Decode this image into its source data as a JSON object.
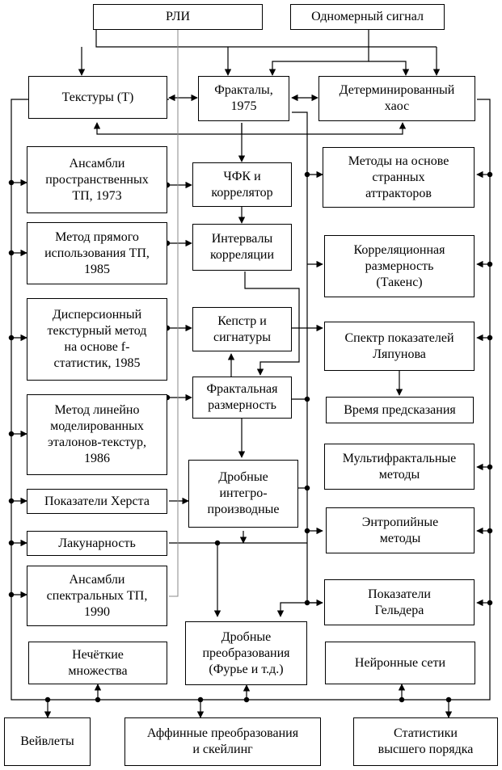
{
  "diagram": {
    "nodes": {
      "rli": "РЛИ",
      "signal_1d": "Одномерный сигнал",
      "textures": "Текстуры (Т)",
      "fractals": "Фракталы,\n1975",
      "chaos": "Детерминированный\nхаос",
      "spatial_ensembles": "Ансамбли\nпространственных\nТП, 1973",
      "direct_method": "Метод прямого\nиспользования ТП,\n1985",
      "dispersion_method": "Дисперсионный\nтекстурный метод\nна основе f-\nстатистик, 1985",
      "linear_method": "Метод линейно\nмоделированных\nэталонов-текстур,\n1986",
      "hurst": "Показатели Херста",
      "lacunarity": "Лакунарность",
      "spectral_ensembles": "Ансамбли\nспектральных ТП,\n1990",
      "fuzzy_sets": "Нечёткие\nмножества",
      "chfk": "ЧФК и\nкоррелятор",
      "corr_intervals": "Интервалы\nкорреляции",
      "cepstrum": "Кепстр и\nсигнатуры",
      "fractal_dim": "Фрактальная\nразмерность",
      "fractional_integro": "Дробные\nинтегро-\nпроизводные",
      "fractional_transforms": "Дробные\nпреобразования\n(Фурье и т.д.)",
      "strange_attractors": "Методы на основе\nстранных\nаттракторов",
      "corr_dimension": "Корреляционная\nразмерность\n(Такенс)",
      "lyapunov": "Спектр показателей\nЛяпунова",
      "prediction_time": "Время предсказания",
      "multifractal": "Мультифрактальные\nметоды",
      "entropy": "Энтропийные\nметоды",
      "holder": "Показатели\nГельдера",
      "neural_nets": "Нейронные сети",
      "wavelets": "Вейвлеты",
      "affine": "Аффинные преобразования\nи скейлинг",
      "higher_stats": "Статистики\nвысшего порядка"
    },
    "colors": {
      "line": "#000000",
      "thin_line": "#666666",
      "fill": "#ffffff"
    }
  }
}
